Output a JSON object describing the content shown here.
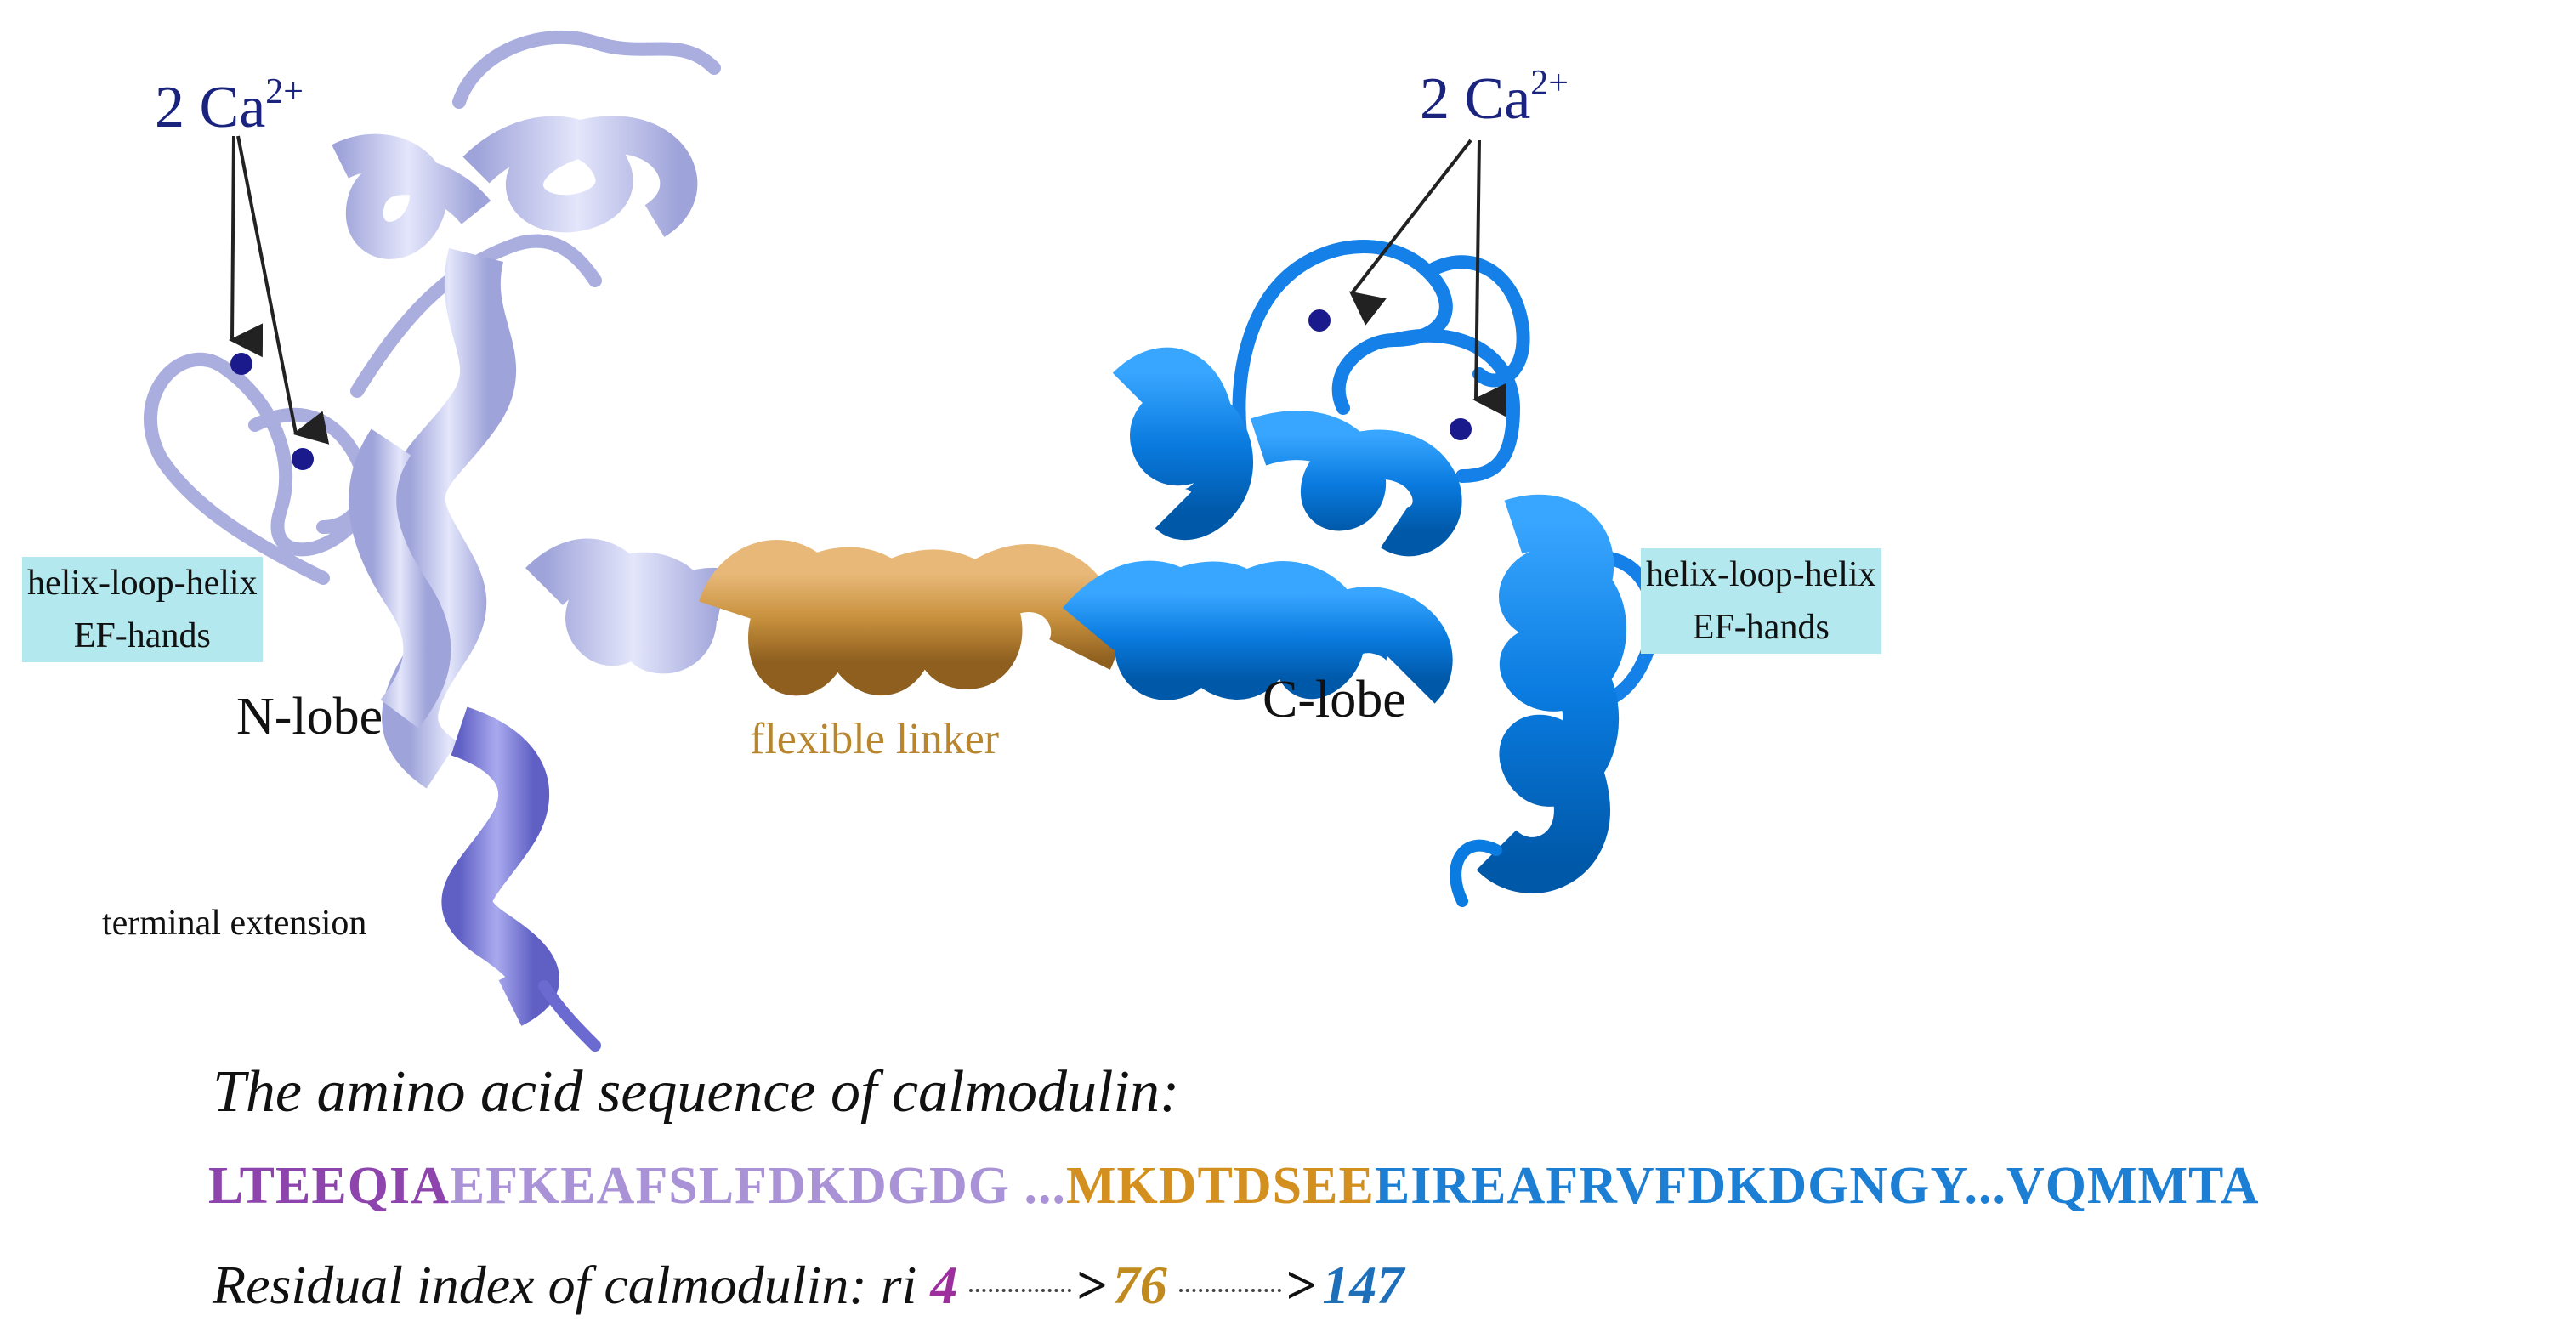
{
  "calcium_labels": {
    "left": {
      "prefix": "2 Ca",
      "superscript": "2+"
    },
    "right": {
      "prefix": "2 Ca",
      "superscript": "2+"
    }
  },
  "ef_hands": {
    "left": {
      "line1": "helix-loop-helix",
      "line2": "EF-hands"
    },
    "right": {
      "line1": "helix-loop-helix",
      "line2": "EF-hands"
    }
  },
  "lobes": {
    "n": "N-lobe",
    "c": "C-lobe"
  },
  "linker_label": "flexible linker",
  "terminal_label": "terminal extension",
  "sequence": {
    "title": "The amino acid sequence of calmodulin:",
    "segments": [
      {
        "text": "LTEEQIA",
        "color": "#8e44ad"
      },
      {
        "text": "EFKEAFSLFDKDGDG ...",
        "color": "#a993d6"
      },
      {
        "text": "MKDTDSEE",
        "color": "#d4901e"
      },
      {
        "text": "EIREAFRVFDKDGNGY...VQMMTA",
        "color": "#1c7fd4"
      }
    ]
  },
  "residual_index": {
    "prefix": "Residual index of calmodulin: ri",
    "start": "4",
    "mid": "76",
    "end": "147",
    "arrow_glyph": ">",
    "colors": {
      "start": "#9c2f9c",
      "mid": "#c08a1e",
      "end": "#1c6fb8"
    }
  },
  "colors": {
    "n_lobe": "#b9bde8",
    "n_lobe_dark": "#7f7fd6",
    "linker": "#c8913e",
    "c_lobe": "#0a7be0",
    "calcium": "#1a1a8c",
    "ef_highlight": "#b2e8ee"
  }
}
